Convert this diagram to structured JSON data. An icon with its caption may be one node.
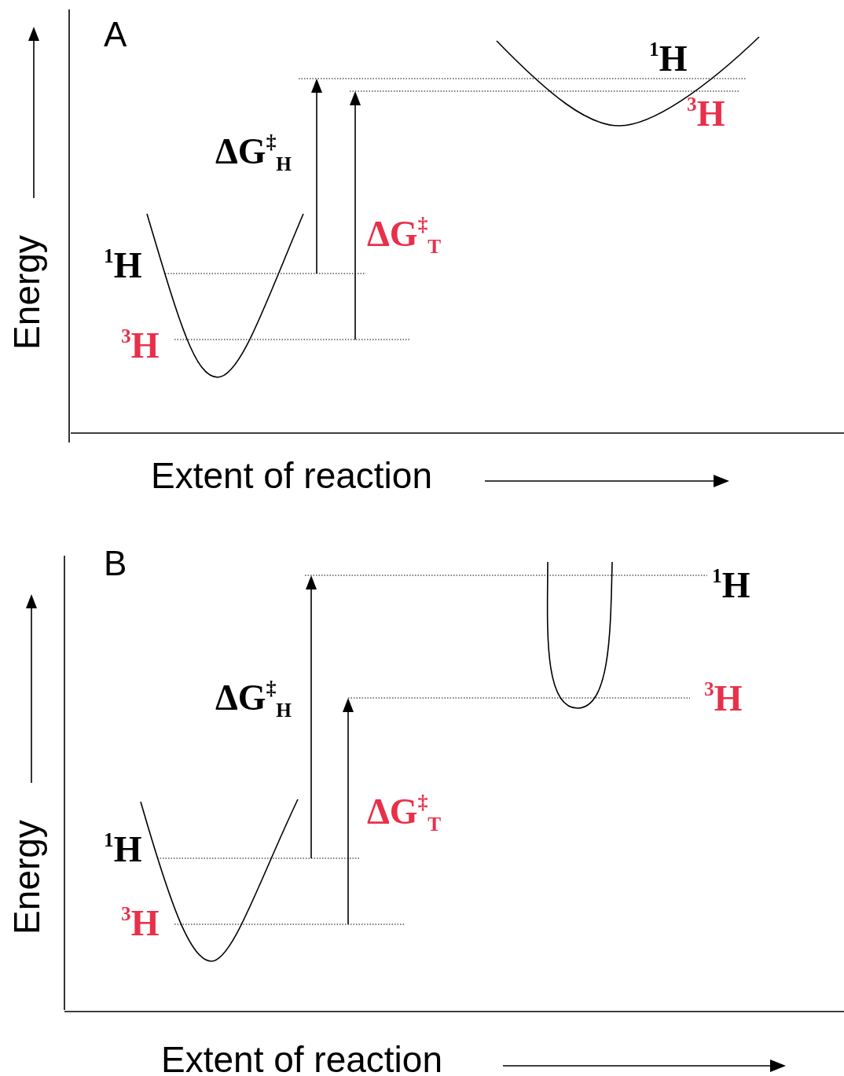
{
  "diagram": {
    "labels": [
      "A",
      "$^{1}$H",
      "ΔG$^{‡}$$_{H}$",
      "$^{3}$H",
      "ΔG$^{‡}$$_{T}$",
      "$^{1}$H",
      "Energy",
      "$^{3}$H",
      "Extent of reaction",
      "B",
      "$^{1}$H",
      "ΔG$^{‡}$$_{H}$",
      "$^{3}$H",
      "ΔG$^{‡}$$_{T}$",
      "$^{1}$H",
      "Energy",
      "$^{3}$H",
      "Extent of reaction"
    ]
  }
}
